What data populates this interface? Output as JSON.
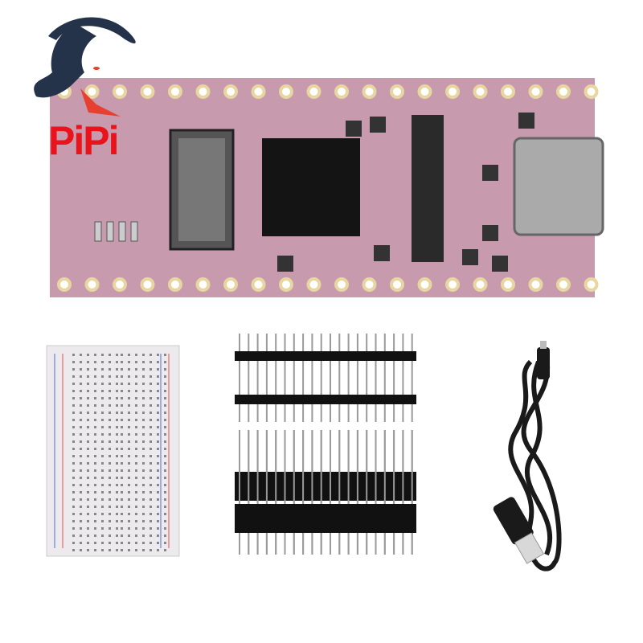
{
  "logo": {
    "text": "PiPi",
    "text_color": "#e8131b",
    "figure_color": "#24324a"
  },
  "colors": {
    "board": "#c89aae",
    "pad": "#e8d6a0",
    "chip": "#141414",
    "breadboard": "#eceaec",
    "header": "#111111",
    "pin": "#9a9a9a",
    "cable": "#1a1a1a"
  },
  "items": [
    "development-board",
    "breadboard",
    "pin-headers",
    "usb-c-cable"
  ]
}
